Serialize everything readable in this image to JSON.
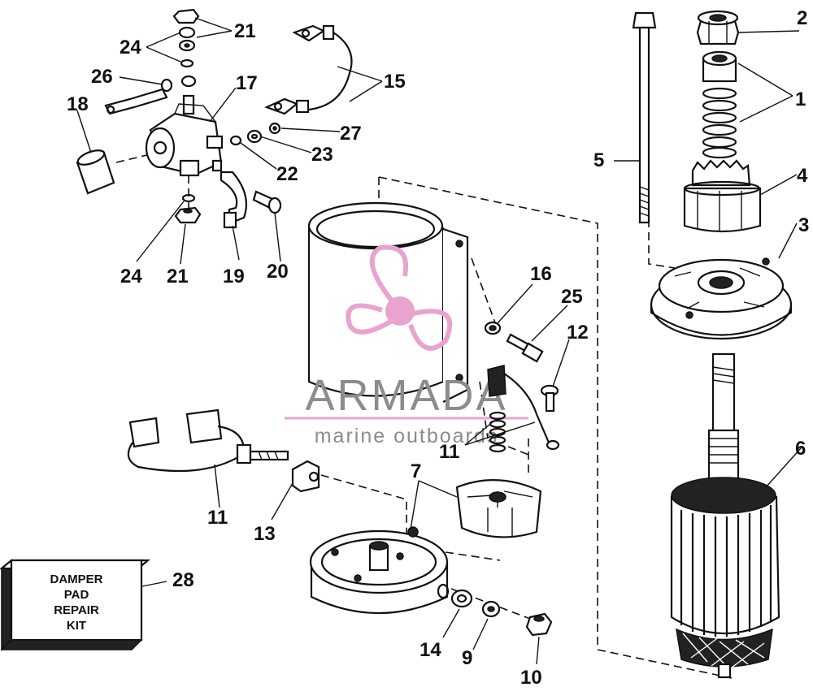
{
  "diagram": {
    "labels": {
      "l1": "1",
      "l2": "2",
      "l3": "3",
      "l4": "4",
      "l5": "5",
      "l6": "6",
      "l7": "7",
      "l9": "9",
      "l10": "10",
      "l11a": "11",
      "l11b": "11",
      "l12": "12",
      "l13": "13",
      "l14": "14",
      "l15": "15",
      "l16": "16",
      "l17": "17",
      "l18": "18",
      "l19": "19",
      "l20": "20",
      "l21a": "21",
      "l21b": "21",
      "l22": "22",
      "l23": "23",
      "l24a": "24",
      "l24b": "24",
      "l25": "25",
      "l26": "26",
      "l27": "27",
      "l28": "28"
    },
    "kit_box": {
      "line1": "DAMPER",
      "line2": "PAD",
      "line3": "REPAIR",
      "line4": "KIT"
    },
    "watermark": {
      "brand": "ARMADA",
      "tagline": "marine outboards"
    },
    "colors": {
      "ink": "#111111",
      "watermark_pink": "#e9a3cf",
      "watermark_gray": "#8c8c8c"
    }
  }
}
